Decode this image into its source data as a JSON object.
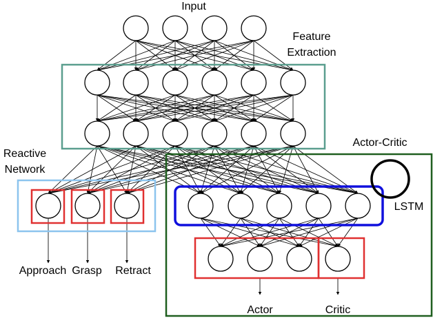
{
  "labels": {
    "input": "Input",
    "feature_line1": "Feature",
    "feature_line2": "Extraction",
    "reactive_line1": "Reactive",
    "reactive_line2": "Network",
    "actor_critic": "Actor-Critic",
    "lstm": "LSTM",
    "approach": "Approach",
    "grasp": "Grasp",
    "retract": "Retract",
    "actor": "Actor",
    "critic": "Critic"
  },
  "colors": {
    "feature_box": "#5a9e8e",
    "reactive_box": "#8cc4ee",
    "actor_critic_box": "#1e5e1e",
    "output_box": "#e03030",
    "lstm_box": "#1010dd"
  }
}
